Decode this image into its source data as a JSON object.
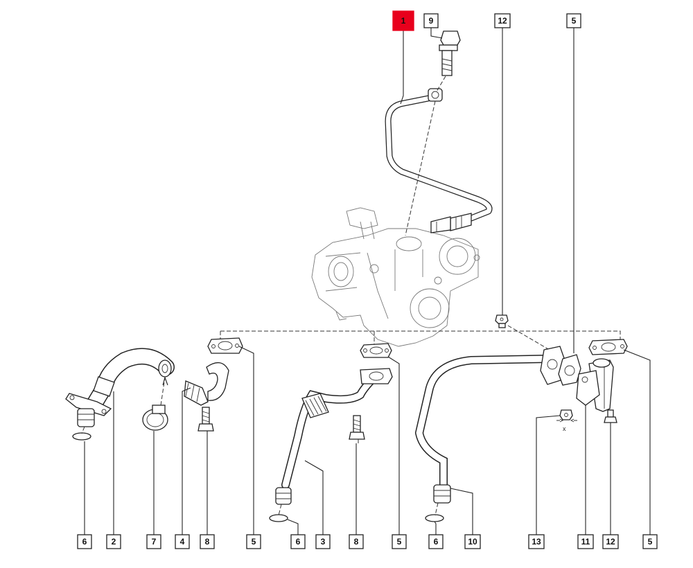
{
  "diagram": {
    "labels": {
      "l1": "1",
      "l9": "9",
      "l12top": "12",
      "l5top": "5",
      "b6a": "6",
      "b2": "2",
      "b7": "7",
      "b4": "4",
      "b8a": "8",
      "b5a": "5",
      "b6b": "6",
      "b3": "3",
      "b8b": "8",
      "b5b": "5",
      "b6c": "6",
      "b10": "10",
      "b13": "13",
      "b11": "11",
      "b12": "12",
      "b5c": "5"
    },
    "highlight_color": "#e8001c",
    "annotation_x": "x"
  }
}
